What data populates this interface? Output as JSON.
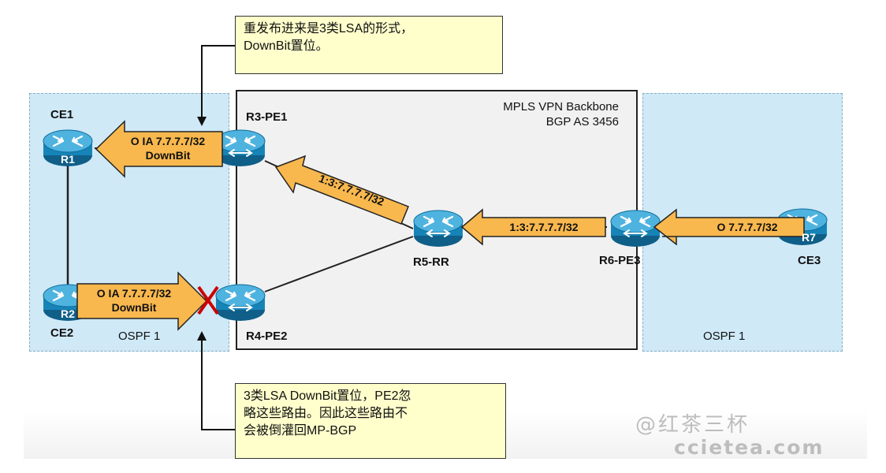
{
  "zones": {
    "backbone_line1": "MPLS VPN Backbone",
    "backbone_line2": "BGP AS 3456",
    "left_label": "OSPF 1",
    "right_label": "OSPF 1"
  },
  "nodes": {
    "ce1": {
      "name": "CE1",
      "icon_text": "R1"
    },
    "ce2": {
      "name": "CE2",
      "icon_text": "R2"
    },
    "ce3": {
      "name": "CE3",
      "icon_text": "R7"
    },
    "r3": {
      "name": "R3-PE1"
    },
    "r4": {
      "name": "R4-PE2"
    },
    "r5": {
      "name": "R5-RR"
    },
    "r6": {
      "name": "R6-PE3"
    }
  },
  "arrows": {
    "ce3_to_pe3": "O 7.7.7.7/32",
    "pe3_to_rr": "1:3:7.7.7.7/32",
    "rr_to_pe1": "1:3:7.7.7.7/32",
    "pe1_to_ce1_line1": "O IA 7.7.7.7/32",
    "pe1_to_ce1_line2": "DownBit",
    "ce2_to_pe2_line1": "O IA 7.7.7.7/32",
    "ce2_to_pe2_line2": "DownBit"
  },
  "callouts": {
    "top_line1": "重发布进来是3类LSA的形式，",
    "top_line2": "DownBit置位。",
    "bottom_line1": "3类LSA DownBit置位，PE2忽",
    "bottom_line2": "略这些路由。因此这些路由不",
    "bottom_line3": "会被倒灌回MP-BGP"
  },
  "watermark": {
    "line1": "@红茶三杯",
    "line2": "ccietea.com"
  },
  "colors": {
    "zone_blue": "#cfe9f7",
    "backbone_gray": "#f1f1f1",
    "arrow_orange": "#f8b84e",
    "router_blue": "#1d86b8",
    "callout_yellow": "#ffffcc",
    "blocked_cross": "#cc0000"
  }
}
